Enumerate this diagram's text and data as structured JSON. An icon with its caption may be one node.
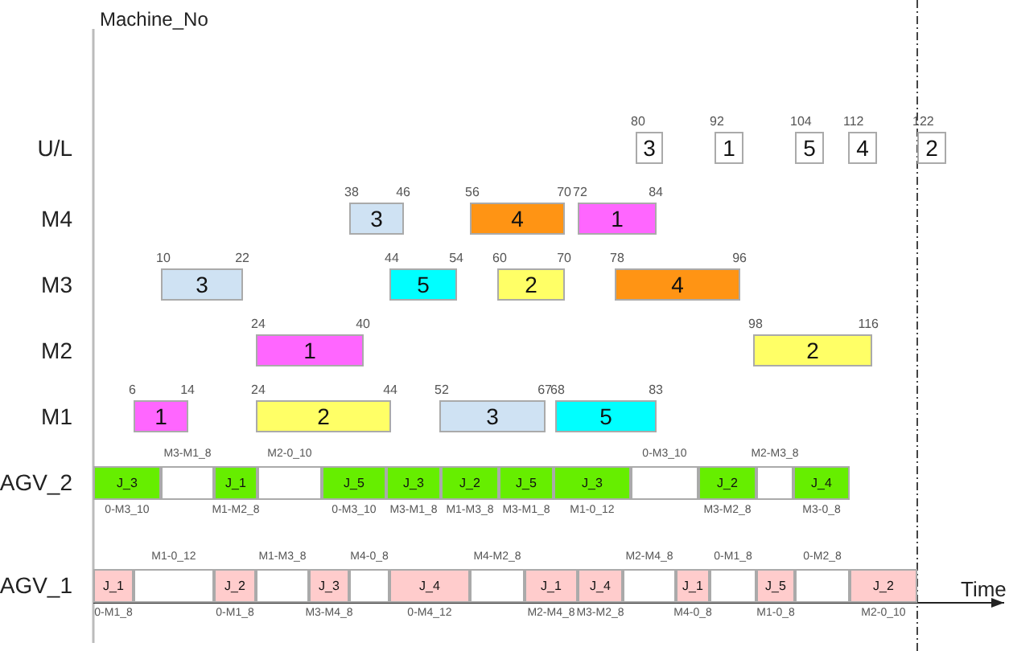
{
  "diagram": {
    "nodes": [
      {
        "text": [
          "3"
        ],
        "beside": [
          "80"
        ]
      },
      {
        "text": [
          "1"
        ],
        "beside": [
          "92"
        ]
      },
      {
        "text": [
          "5"
        ],
        "beside": [
          "104"
        ]
      },
      {
        "text": [
          "4"
        ],
        "beside": [
          "112"
        ]
      },
      {
        "text": [
          "2"
        ],
        "beside": [
          "122"
        ]
      },
      {
        "text": [
          "3"
        ],
        "beside": [
          "38",
          "46"
        ]
      },
      {
        "text": [
          "4"
        ],
        "beside": [
          "56",
          "70"
        ]
      },
      {
        "text": [
          "1"
        ],
        "beside": [
          "72",
          "84"
        ]
      },
      {
        "text": [
          "3"
        ],
        "beside": [
          "10",
          "22"
        ]
      },
      {
        "text": [
          "5"
        ],
        "beside": [
          "44",
          "54"
        ]
      },
      {
        "text": [
          "2"
        ],
        "beside": [
          "60",
          "70"
        ]
      },
      {
        "text": [
          "4"
        ],
        "beside": [
          "78",
          "96"
        ]
      },
      {
        "text": [
          "1"
        ],
        "beside": [
          "24",
          "40"
        ]
      },
      {
        "text": [
          "2"
        ],
        "beside": [
          "98",
          "116"
        ]
      },
      {
        "text": [
          "1"
        ],
        "beside": [
          "6",
          "14"
        ]
      },
      {
        "text": [
          "2"
        ],
        "beside": [
          "24",
          "44"
        ]
      },
      {
        "text": [
          "3"
        ],
        "beside": [
          "52",
          "67"
        ]
      },
      {
        "text": [
          "5"
        ],
        "beside": [
          "68",
          "83"
        ]
      },
      {
        "text": [
          "J_3"
        ],
        "beside": [
          "0-M3_10"
        ]
      },
      {
        "text": [],
        "shape": "box",
        "beside": [
          "M3-M1_8"
        ]
      },
      {
        "text": [
          "J_1"
        ],
        "beside": [
          "M1-M2_8"
        ]
      },
      {
        "text": [],
        "shape": "box",
        "beside": [
          "M2-0_10"
        ]
      },
      {
        "text": [
          "J_5"
        ],
        "beside": [
          "0-M3_10"
        ]
      },
      {
        "text": [
          "J_3"
        ],
        "beside": [
          "M3-M1_8"
        ]
      },
      {
        "text": [
          "J_2"
        ],
        "beside": [
          "M1-M3_8"
        ]
      },
      {
        "text": [
          "J_5"
        ],
        "beside": [
          "M3-M1_8"
        ]
      },
      {
        "text": [
          "J_3"
        ],
        "beside": [
          "M1-0_12"
        ]
      },
      {
        "text": [],
        "shape": "box",
        "beside": [
          "0-M3_10"
        ]
      },
      {
        "text": [
          "J_2"
        ],
        "beside": [
          "M3-M2_8"
        ]
      },
      {
        "text": [],
        "shape": "box",
        "beside": [
          "M2-M3_8"
        ]
      },
      {
        "text": [
          "J_4"
        ],
        "beside": [
          "M3-0_8"
        ]
      },
      {
        "text": [
          "J_1"
        ],
        "beside": [
          "0-M1_8"
        ]
      },
      {
        "text": [],
        "shape": "box",
        "beside": [
          "M1-0_12"
        ]
      },
      {
        "text": [
          "J_2"
        ],
        "beside": [
          "0-M1_8"
        ]
      },
      {
        "text": [],
        "shape": "box",
        "beside": [
          "M1-M3_8"
        ]
      },
      {
        "text": [
          "J_3"
        ],
        "beside": [
          "M3-M4_8"
        ]
      },
      {
        "text": [],
        "shape": "box",
        "beside": [
          "M4-0_8"
        ]
      },
      {
        "text": [
          "J_4"
        ],
        "beside": [
          "0-M4_12"
        ]
      },
      {
        "text": [],
        "shape": "box",
        "beside": [
          "M4-M2_8"
        ]
      },
      {
        "text": [
          "J_1"
        ],
        "beside": [
          "M2-M4_8"
        ]
      },
      {
        "text": [
          "J_4"
        ],
        "beside": [
          "M3-M2_8"
        ]
      },
      {
        "text": [],
        "shape": "box",
        "beside": [
          "M2-M4_8"
        ]
      },
      {
        "text": [
          "J_1"
        ],
        "beside": [
          "M4-0_8"
        ]
      },
      {
        "text": [],
        "shape": "box",
        "beside": [
          "0-M1_8"
        ]
      },
      {
        "text": [
          "J_5"
        ],
        "beside": [
          "M1-0_8"
        ]
      },
      {
        "text": [],
        "shape": "box",
        "beside": [
          "0-M2_8"
        ]
      },
      {
        "text": [
          "J_2"
        ],
        "beside": [
          "M2-0_10"
        ]
      }
    ],
    "labels": [
      "Machine_No",
      "U/L",
      "M4",
      "M3",
      "M2",
      "M1",
      "AGV_2",
      "AGV_1",
      "Time"
    ]
  }
}
